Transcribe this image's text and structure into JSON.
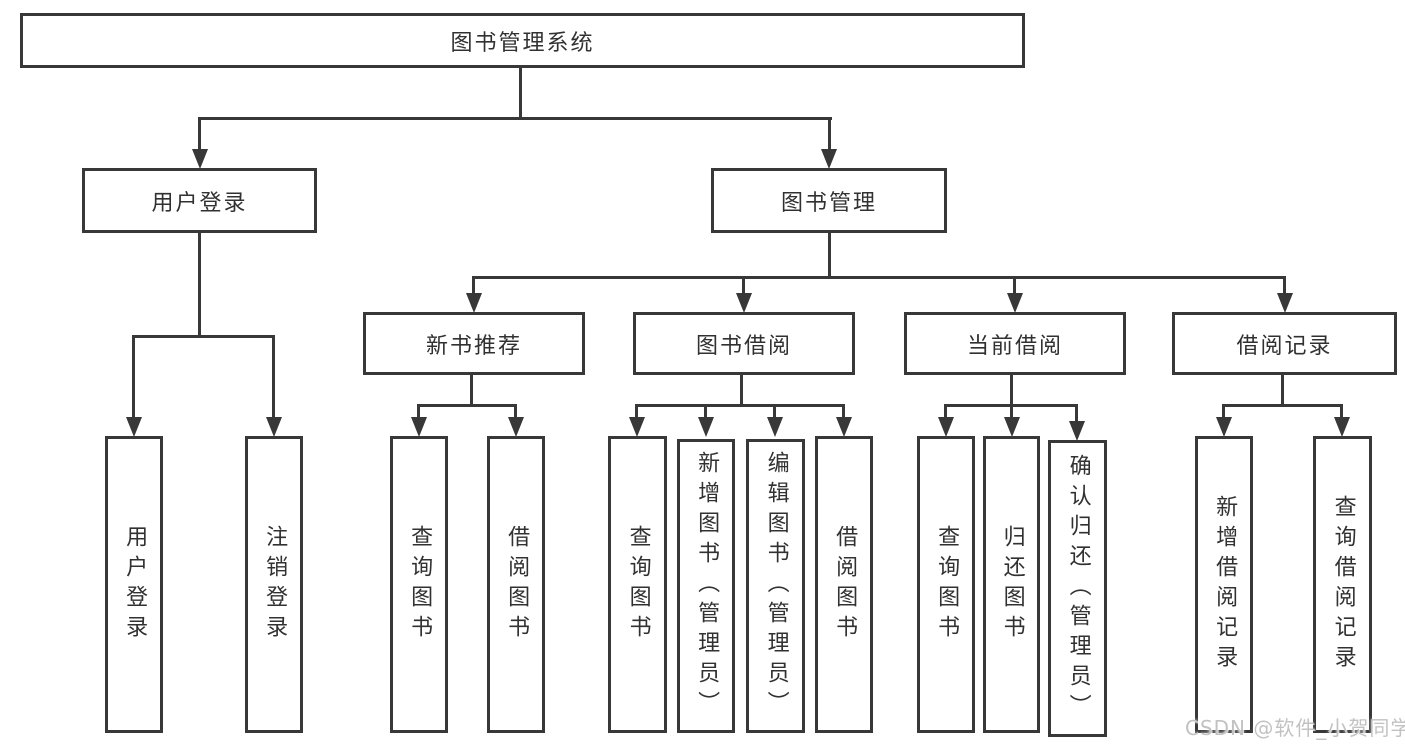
{
  "colors": {
    "line": "#383838",
    "text": "#313131",
    "background": "#ffffff",
    "watermark": "#c2c2c2"
  },
  "watermark": {
    "text": "CSDN @软件_小贺同学"
  },
  "diagram": {
    "type": "tree",
    "root": {
      "label": "图书管理系统"
    },
    "level2": [
      {
        "label": "用户登录"
      },
      {
        "label": "图书管理"
      }
    ],
    "level3": [
      {
        "label": "新书推荐"
      },
      {
        "label": "图书借阅"
      },
      {
        "label": "当前借阅"
      },
      {
        "label": "借阅记录"
      }
    ],
    "leaves": {
      "login": [
        "用户登录",
        "注销登录"
      ],
      "recommend": [
        "查询图书",
        "借阅图书"
      ],
      "borrow": [
        "查询图书",
        "新增图书（管理员）",
        "编辑图书（管理员）",
        "借阅图书"
      ],
      "current": [
        "查询图书",
        "归还图书",
        "确认归还（管理员）"
      ],
      "records": [
        "新增借阅记录",
        "查询借阅记录"
      ]
    }
  }
}
